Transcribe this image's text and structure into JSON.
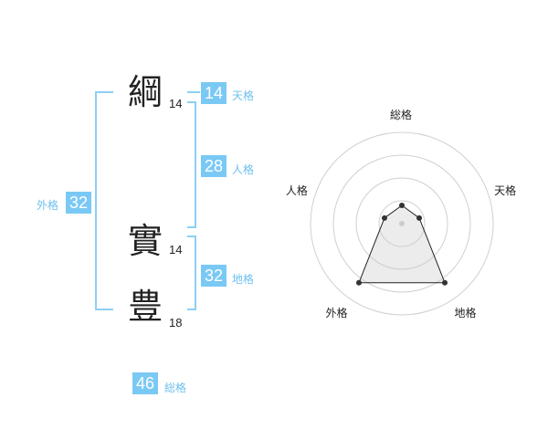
{
  "name": {
    "chars": [
      {
        "char": "綱",
        "strokes": "14"
      },
      {
        "char": "實",
        "strokes": "14"
      },
      {
        "char": "豊",
        "strokes": "18"
      }
    ]
  },
  "fortune": {
    "tenkaku": {
      "value": "14",
      "label": "天格"
    },
    "jinkaku": {
      "value": "28",
      "label": "人格"
    },
    "chikaku": {
      "value": "32",
      "label": "地格"
    },
    "gaikaku": {
      "value": "32",
      "label": "外格"
    },
    "soukaku": {
      "value": "46",
      "label": "総格"
    }
  },
  "chart_data": {
    "type": "radar",
    "axes": [
      "総格",
      "天格",
      "地格",
      "外格",
      "人格"
    ],
    "values": [
      1,
      1,
      4,
      4,
      1
    ],
    "rmax": 5,
    "rings": 4
  }
}
